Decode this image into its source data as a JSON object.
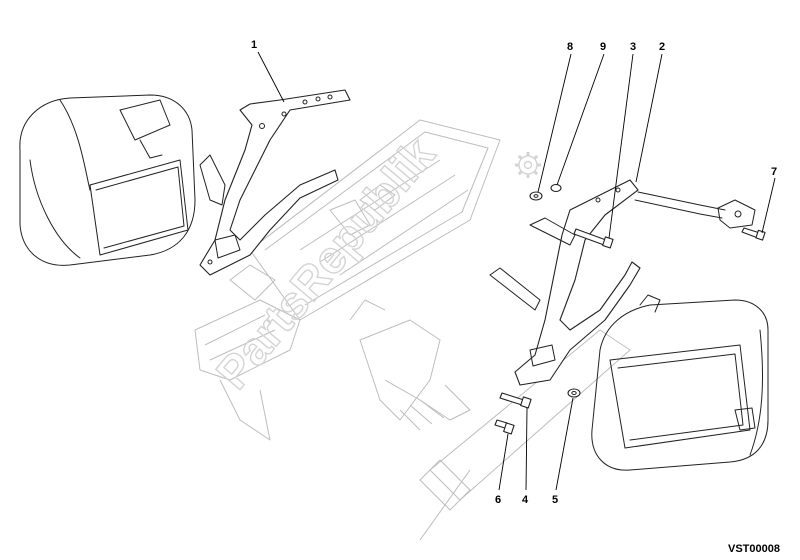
{
  "callouts": [
    {
      "id": "1",
      "label": "1"
    },
    {
      "id": "2",
      "label": "2"
    },
    {
      "id": "3",
      "label": "3"
    },
    {
      "id": "4",
      "label": "4"
    },
    {
      "id": "5",
      "label": "5"
    },
    {
      "id": "6",
      "label": "6"
    },
    {
      "id": "7",
      "label": "7"
    },
    {
      "id": "8",
      "label": "8"
    },
    {
      "id": "9",
      "label": "9"
    }
  ],
  "drawing_code": "VST00008",
  "watermark": "PartsRepublik",
  "colors": {
    "ink": "#222222",
    "faint": "#bdbdbd",
    "watermark": "#d4d4d4"
  }
}
